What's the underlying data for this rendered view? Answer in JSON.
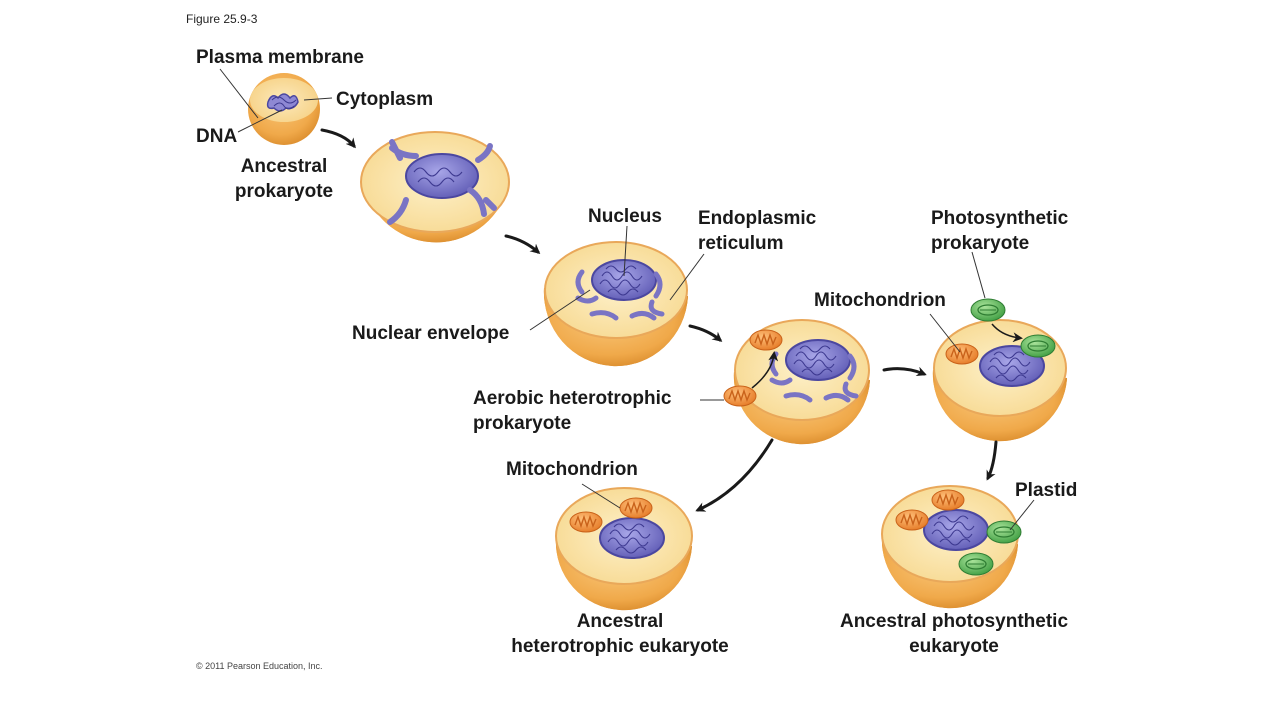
{
  "figure_number": "Figure 25.9-3",
  "copyright": "© 2011 Pearson Education, Inc.",
  "labels": {
    "plasma_membrane": "Plasma membrane",
    "cytoplasm": "Cytoplasm",
    "dna": "DNA",
    "ancestral_prokaryote_line1": "Ancestral",
    "ancestral_prokaryote_line2": "prokaryote",
    "nucleus": "Nucleus",
    "er_line1": "Endoplasmic",
    "er_line2": "reticulum",
    "nuclear_envelope": "Nuclear envelope",
    "photosynthetic_line1": "Photosynthetic",
    "photosynthetic_line2": "prokaryote",
    "mitochondrion_right": "Mitochondrion",
    "aerobic_line1": "Aerobic heterotrophic",
    "aerobic_line2": "prokaryote",
    "mitochondrion_left": "Mitochondrion",
    "plastid": "Plastid",
    "hetero_euk_line1": "Ancestral",
    "hetero_euk_line2": "heterotrophic eukaryote",
    "photo_euk_line1": "Ancestral photosynthetic",
    "photo_euk_line2": "eukaryote"
  },
  "colors": {
    "cell_body": "#f0a94a",
    "cell_cut": "#fbe3a6",
    "membrane_purple": "#7a74c4",
    "mitochondrion": "#ef8a3a",
    "plastid": "#5cb85c",
    "arrow": "#1a1a1a"
  }
}
